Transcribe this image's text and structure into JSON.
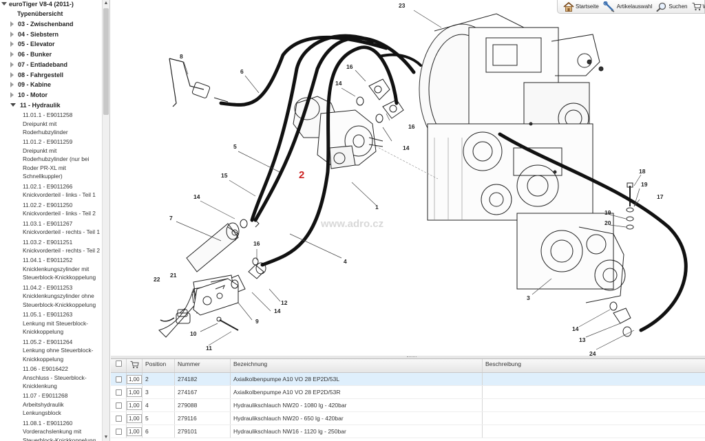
{
  "sidebar": {
    "root": "euroTiger V8-4 (2011-)",
    "overview": "Typenübersicht",
    "categories": [
      {
        "label": "03 - Zwischenband",
        "expanded": false
      },
      {
        "label": "04 - Siebstern",
        "expanded": false
      },
      {
        "label": "05 - Elevator",
        "expanded": false
      },
      {
        "label": "06 - Bunker",
        "expanded": false
      },
      {
        "label": "07 - Entladeband",
        "expanded": false
      },
      {
        "label": "08 - Fahrgestell",
        "expanded": false
      },
      {
        "label": "09 - Kabine",
        "expanded": false
      },
      {
        "label": "10 - Motor",
        "expanded": false
      },
      {
        "label": "11 - Hydraulik",
        "expanded": true
      }
    ],
    "subitems": [
      [
        "11.01.1 - E9011258",
        "Dreipunkt mit",
        "Roderhubzylinder"
      ],
      [
        "11.01.2 - E9011259",
        "Dreipunkt mit",
        "Roderhubzylinder (nur bei",
        "Roder PR-XL mit",
        "Schnellkuppler)"
      ],
      [
        "11.02.1 - E9011266",
        "Knickvorderteil - links - Teil 1"
      ],
      [
        "11.02.2 - E9011250",
        "Knickvorderteil - links - Teil 2"
      ],
      [
        "11.03.1 - E9011267",
        "Knickvorderteil - rechts - Teil 1"
      ],
      [
        "11.03.2 - E9011251",
        "Knickvorderteil - rechts - Teil 2"
      ],
      [
        "11.04.1 - E9011252",
        "Knicklenkungszylinder mit",
        "Steuerblock-Knickkoppelung"
      ],
      [
        "11.04.2 - E9011253",
        "Knicklenkungszylinder ohne",
        "Steuerblock-Knickkoppelung"
      ],
      [
        "11.05.1 - E9011263",
        "Lenkung mit Steuerblock-",
        "Knickkoppelung"
      ],
      [
        "11.05.2 - E9011264",
        "Lenkung ohne Steuerblock-",
        "Knickkoppelung"
      ],
      [
        "11.06 - E9016422",
        "Anschluss - Steuerblock-",
        "Knicklenkung"
      ],
      [
        "11.07 - E9011268",
        "Arbeitshydraulik",
        "Lenkungsblock"
      ],
      [
        "11.08.1 - E9011260",
        "Vorderachslenkung mit",
        "Steuerblock-Knickkoppelung"
      ]
    ]
  },
  "toolbar": {
    "home_label": "Startseite",
    "parts_label": "Artikelauswahl",
    "search_label": "Suchen",
    "cart_label": "W"
  },
  "diagram": {
    "watermark": "www.adro.cz",
    "highlight_label": "2",
    "callouts": [
      "23",
      "8",
      "6",
      "16",
      "14",
      "16",
      "14",
      "5",
      "15",
      "14",
      "7",
      "16",
      "22",
      "21",
      "12",
      "14",
      "9",
      "10",
      "11",
      "1",
      "4",
      "3",
      "18",
      "19",
      "17",
      "19",
      "20",
      "14",
      "13",
      "24"
    ]
  },
  "table": {
    "headers": {
      "position": "Position",
      "nummer": "Nummer",
      "bezeichnung": "Bezeichnung",
      "beschreibung": "Beschreibung"
    },
    "rows": [
      {
        "qty": "1,00",
        "position": "2",
        "nummer": "274182",
        "bezeichnung": "Axialkolbenpumpe A10 VO 28 EP2D/53L",
        "beschreibung": "",
        "selected": true
      },
      {
        "qty": "1,00",
        "position": "3",
        "nummer": "274167",
        "bezeichnung": "Axialkolbenpumpe A10 VO 28 EP2D/53R",
        "beschreibung": "",
        "selected": false
      },
      {
        "qty": "1,00",
        "position": "4",
        "nummer": "279088",
        "bezeichnung": "Hydraulikschlauch NW20 - 1080 lg - 420bar",
        "beschreibung": "",
        "selected": false
      },
      {
        "qty": "1,00",
        "position": "5",
        "nummer": "279116",
        "bezeichnung": "Hydraulikschlauch NW20 - 650 lg - 420bar",
        "beschreibung": "",
        "selected": false
      },
      {
        "qty": "1,00",
        "position": "6",
        "nummer": "279101",
        "bezeichnung": "Hydraulikschlauch NW16 - 1120 lg - 250bar",
        "beschreibung": "",
        "selected": false
      }
    ]
  },
  "colors": {
    "highlight": "#cc2222",
    "selected_row": "#dfeffc",
    "watermark": "#d8d8d8"
  }
}
